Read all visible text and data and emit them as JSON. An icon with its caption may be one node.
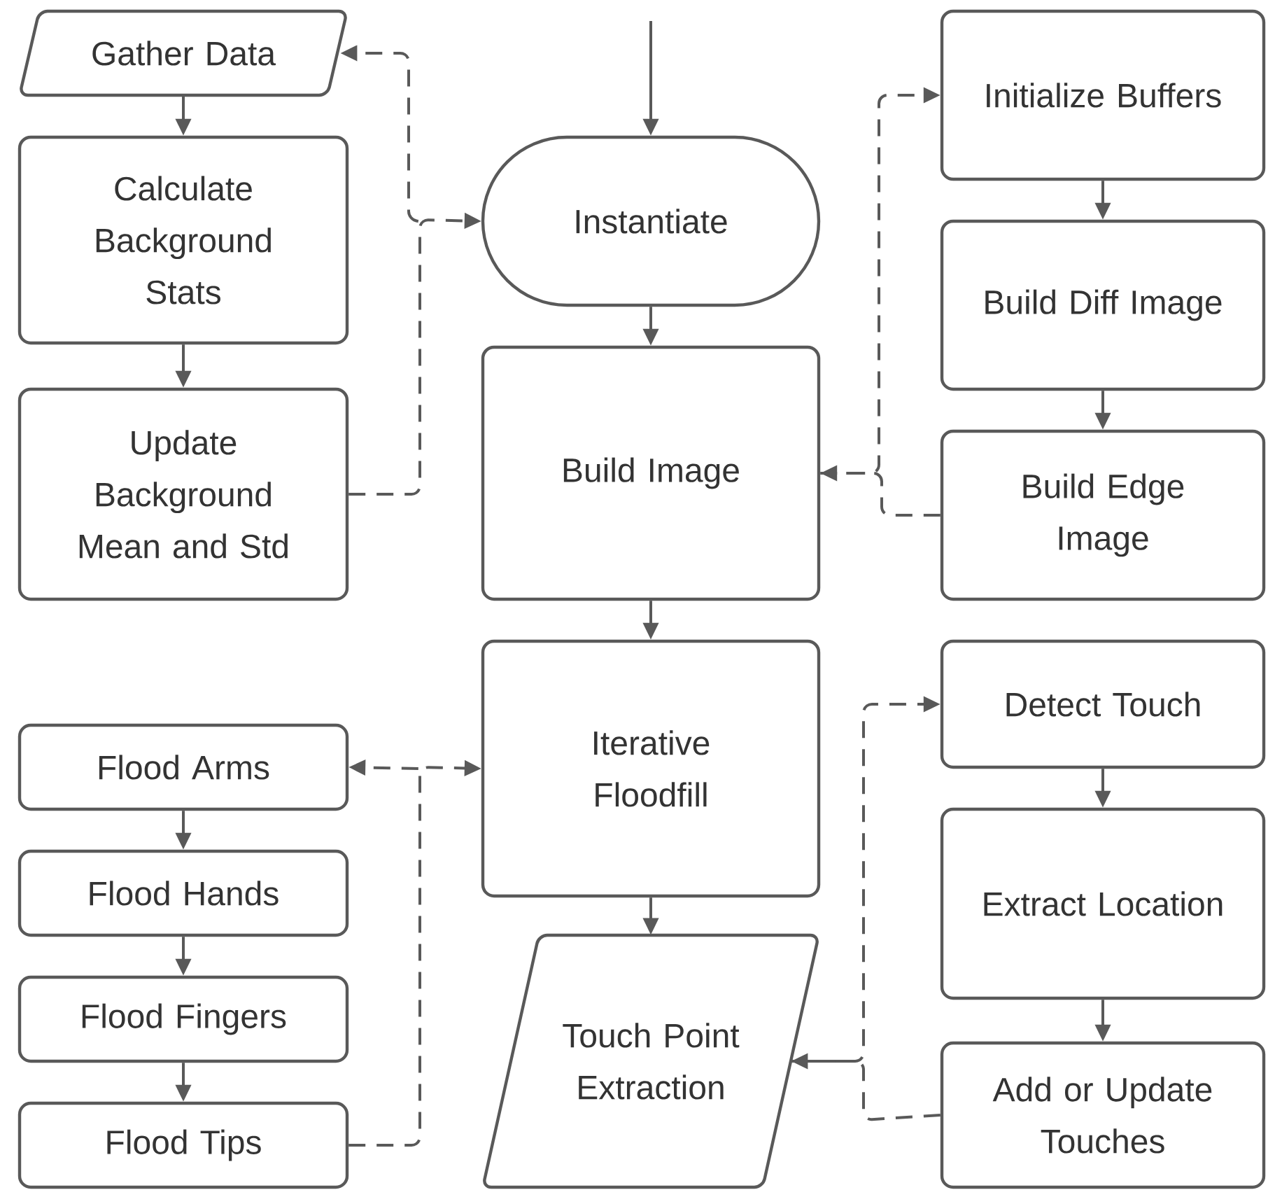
{
  "diagram": {
    "nodes": [
      {
        "text": [
          "Gather Data"
        ]
      },
      {
        "text": [
          "Calculate Background Stats"
        ]
      },
      {
        "text": [
          "Update Background Mean and Std"
        ]
      },
      {
        "text": [
          "Instantiate"
        ]
      },
      {
        "text": [
          "Build Image"
        ]
      },
      {
        "text": [
          "Initialize Buffers"
        ]
      },
      {
        "text": [
          "Build Diff Image"
        ]
      },
      {
        "text": [
          "Build Edge Image"
        ]
      },
      {
        "text": [
          "Iterative Floodfill"
        ]
      },
      {
        "text": [
          "Touch Point Extraction"
        ]
      },
      {
        "text": [
          "Flood Arms"
        ]
      },
      {
        "text": [
          "Flood Hands"
        ]
      },
      {
        "text": [
          "Flood Fingers"
        ]
      },
      {
        "text": [
          "Flood Tips"
        ]
      },
      {
        "text": [
          "Detect Touch"
        ]
      },
      {
        "text": [
          "Extract Location"
        ]
      },
      {
        "text": [
          "Add or Update Touches"
        ]
      }
    ],
    "edges": [
      {
        "from": null,
        "to": 3,
        "arrow": "to"
      },
      {
        "from": 3,
        "to": 4,
        "arrow": "to"
      },
      {
        "from": 4,
        "to": 8,
        "arrow": "to"
      },
      {
        "from": 8,
        "to": 9,
        "arrow": "to"
      },
      {
        "from": 0,
        "to": 1,
        "arrow": "to"
      },
      {
        "from": 1,
        "to": 2,
        "arrow": "to"
      },
      {
        "from": 5,
        "to": 6,
        "arrow": "to"
      },
      {
        "from": 6,
        "to": 7,
        "arrow": "to"
      },
      {
        "from": 10,
        "to": 11,
        "arrow": "to"
      },
      {
        "from": 11,
        "to": 12,
        "arrow": "to"
      },
      {
        "from": 12,
        "to": 13,
        "arrow": "to"
      },
      {
        "from": 14,
        "to": 15,
        "arrow": "to"
      },
      {
        "from": 15,
        "to": 16,
        "arrow": "to"
      },
      {
        "from": 3,
        "to": 0,
        "arrow": "to",
        "style": "dashed"
      },
      {
        "from": 2,
        "to": 3,
        "arrow": "to",
        "style": "dashed"
      },
      {
        "from": 4,
        "to": 5,
        "arrow": "to",
        "style": "dashed"
      },
      {
        "from": 7,
        "to": 4,
        "arrow": "to",
        "style": "dashed"
      },
      {
        "from": 9,
        "to": 14,
        "arrow": "to",
        "style": "dashed"
      },
      {
        "from": 16,
        "to": 9,
        "arrow": "to",
        "style": "dashed"
      },
      {
        "from": 8,
        "to": 10,
        "arrow": "to",
        "style": "dashed"
      },
      {
        "from": 13,
        "to": 8,
        "arrow": "to",
        "style": "dashed"
      }
    ]
  }
}
